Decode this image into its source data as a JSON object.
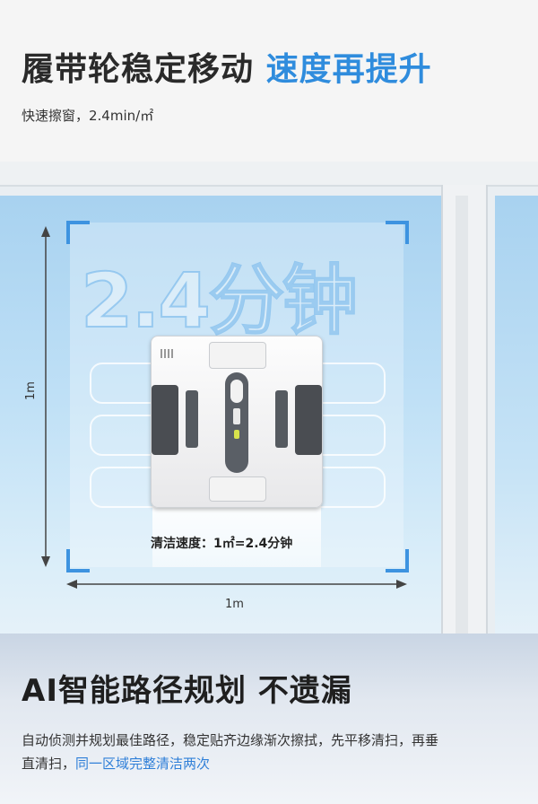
{
  "header": {
    "title_dark": "履带轮稳定移动",
    "title_blue": "速度再提升",
    "subtitle": "快速擦窗，2.4min/㎡"
  },
  "illustration": {
    "big_text": "2.4分钟",
    "speed_label": "清洁速度：1㎡=2.4分钟",
    "dim_vertical": "1m",
    "dim_horizontal": "1m"
  },
  "feature": {
    "title": "AI智能路径规划 不遗漏",
    "desc_line1": "自动侦测并规划最佳路径，稳定贴齐边缘渐次擦拭，先平移清扫，再垂直清扫，",
    "desc_highlight": "同一区域完整清洁两次"
  },
  "colors": {
    "accent_blue": "#2f8cdd",
    "text_dark": "#2a2a2a"
  }
}
